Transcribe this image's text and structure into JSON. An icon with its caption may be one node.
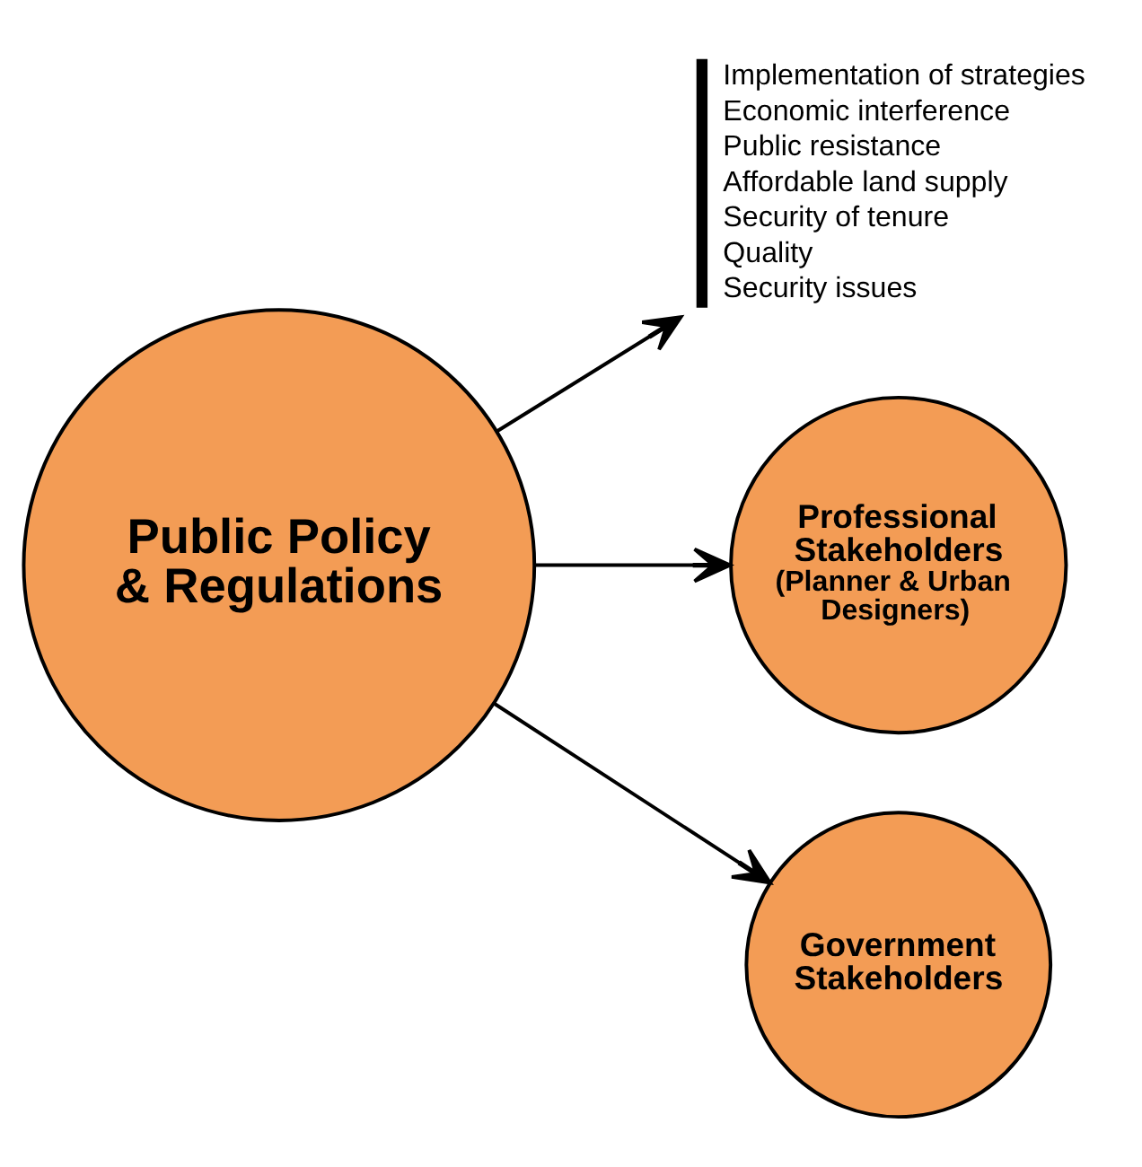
{
  "diagram": {
    "nodes": [
      {
        "text": [
          "Public Policy & Regulations"
        ]
      },
      {
        "text": [
          "Implementation of strategies",
          "Economic interference",
          "Public resistance",
          "Affordable land supply",
          "Security of tenure",
          "Quality",
          "Security issues"
        ]
      },
      {
        "text": [
          "Professional Stakeholders",
          "(Planner & Urban Designers)"
        ]
      },
      {
        "text": [
          "Government Stakeholders"
        ]
      }
    ],
    "edges": [
      {
        "from": 0,
        "to": 1,
        "arrow": "to"
      },
      {
        "from": 0,
        "to": 2,
        "arrow": "to"
      },
      {
        "from": 0,
        "to": 3,
        "arrow": "to"
      }
    ]
  }
}
